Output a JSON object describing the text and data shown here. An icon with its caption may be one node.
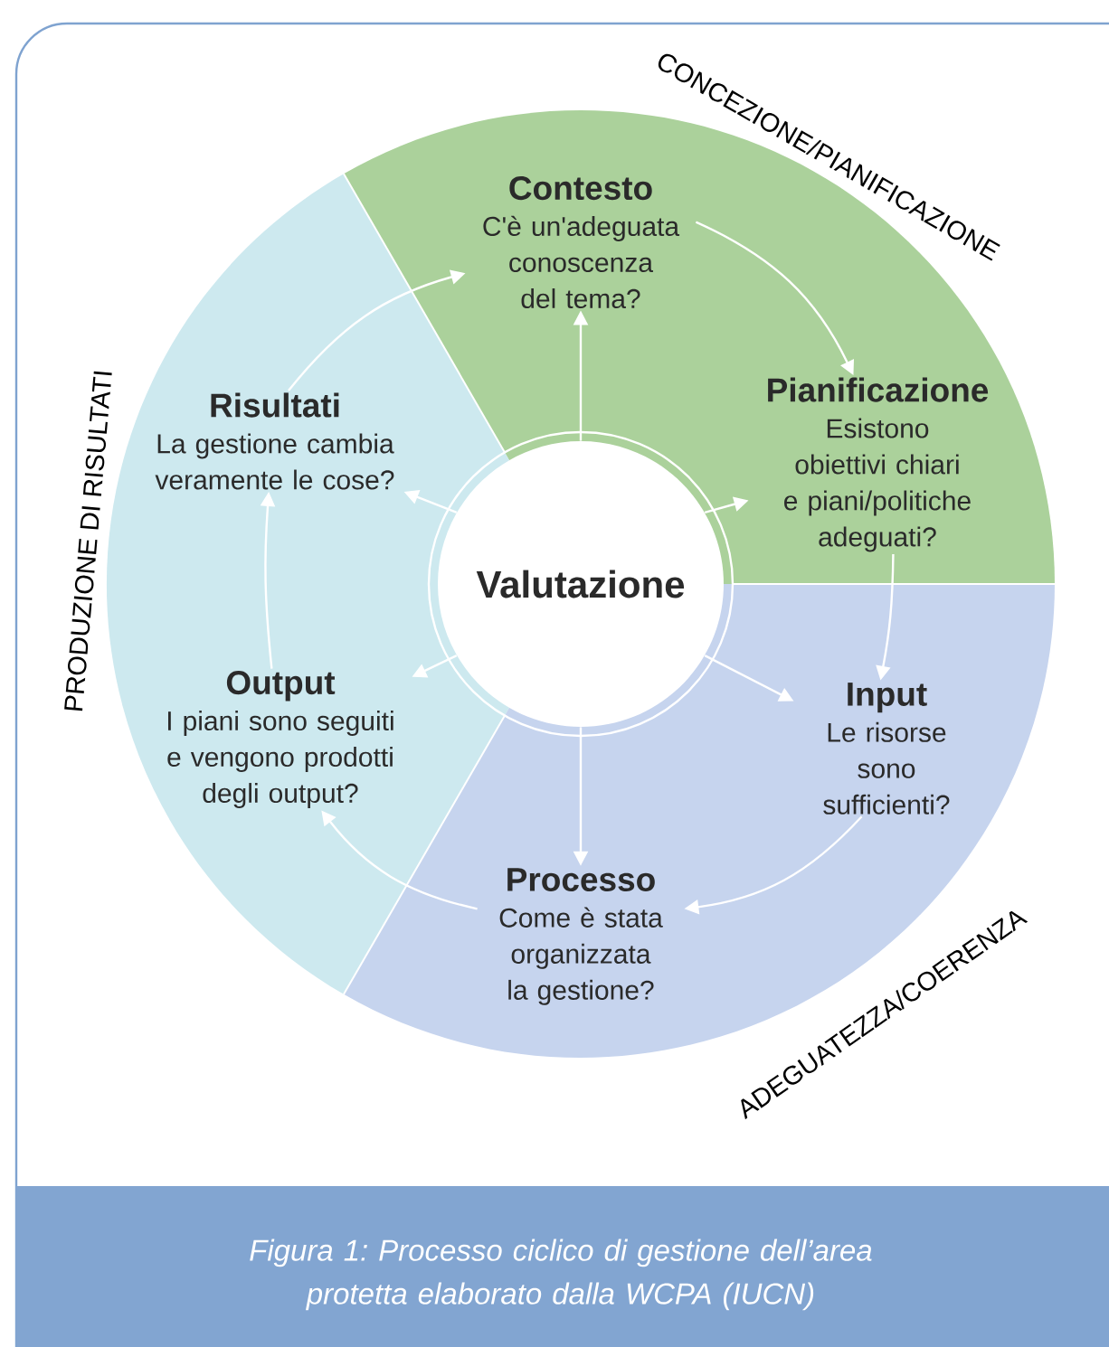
{
  "diagram": {
    "caption": "*Figura 1: Processo ciclico di gestione dell’area protetta elaborato dalla WCPA (IUCN)*",
    "nodes": [
      {
        "text": [
          "Contesto",
          "C'è un'adeguata conoscenza del tema?"
        ]
      },
      {
        "text": [
          "Risultati",
          "La gestione cambia veramente le cose?"
        ]
      },
      {
        "text": [
          "Pianificazione",
          "Esistono obiettivi chiari e piani/politiche adeguati?"
        ]
      },
      {
        "text": [
          "Valutazione"
        ]
      },
      {
        "text": [
          "Output",
          "I piani sono seguiti e vengono prodotti degli output?"
        ]
      },
      {
        "text": [
          "Input",
          "Le risorse sono sufficienti?"
        ]
      },
      {
        "text": [
          "Processo",
          "Come è stata organizzata la gestione?"
        ]
      }
    ],
    "edges": [
      {
        "from": 1,
        "to": 0,
        "arrow": "to"
      },
      {
        "from": 0,
        "to": 2,
        "arrow": "to"
      },
      {
        "from": 2,
        "to": 5,
        "arrow": "to"
      },
      {
        "from": 5,
        "to": 6,
        "arrow": "to"
      },
      {
        "from": 6,
        "to": 4,
        "arrow": "to"
      },
      {
        "from": 4,
        "to": 1,
        "arrow": "to"
      },
      {
        "from": 3,
        "to": 0,
        "arrow": "to"
      },
      {
        "from": 3,
        "to": 2,
        "arrow": "to"
      },
      {
        "from": 3,
        "to": 5,
        "arrow": "to"
      },
      {
        "from": 3,
        "to": 6,
        "arrow": "to"
      },
      {
        "from": 3,
        "to": 4,
        "arrow": "to"
      },
      {
        "from": 3,
        "to": 1,
        "arrow": "to"
      }
    ],
    "labels": [
      "CONCEZIONE/PIANIFICAZIONE",
      "PRODUZIONE DI RISULTATI",
      "ADEGUATEZZA/COERENZA"
    ]
  }
}
